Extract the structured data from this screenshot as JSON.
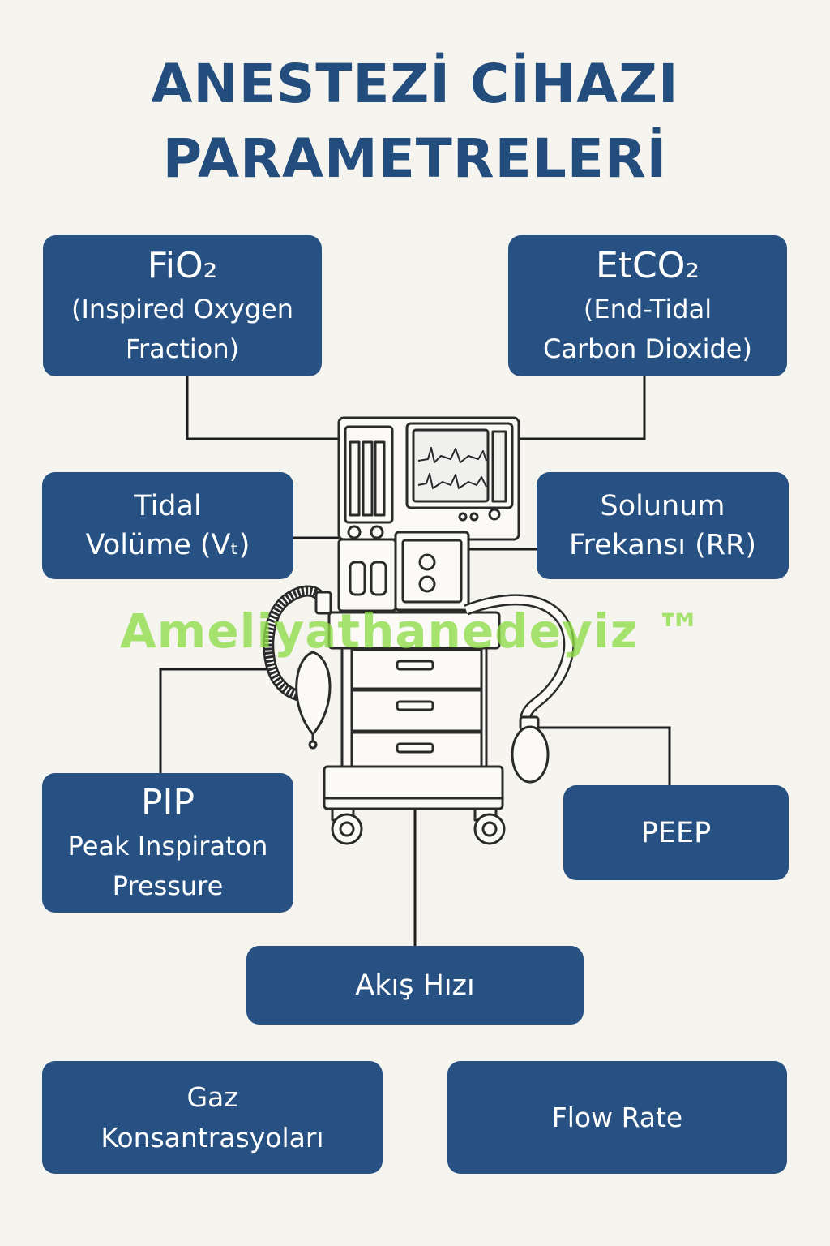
{
  "title": {
    "line1": "ANESTEZİ CİHAZI",
    "line2": "PARAMETRELERİ"
  },
  "boxes": {
    "fio2": {
      "main": "FiO₂",
      "sub1": "(Inspired Oxygen",
      "sub2": "Fraction)"
    },
    "etco2": {
      "main": "EtCO₂",
      "sub1": "(End-Tidal",
      "sub2": "Carbon Dioxide)"
    },
    "tidal": {
      "line1": "Tidal",
      "line2": "Volüme (Vₜ)"
    },
    "rr": {
      "line1": "Solunum",
      "line2": "Frekansı (RR)"
    },
    "pip": {
      "main": "PIP",
      "sub1": "Peak Inspiraton",
      "sub2": "Pressure"
    },
    "peep": {
      "label": "PEEP"
    },
    "akis": {
      "label": "Akış Hızı"
    },
    "gaz": {
      "line1": "Gaz",
      "line2": "Konsantrasyoları"
    },
    "flow": {
      "label": "Flow Rate"
    }
  },
  "watermark": "Ameliyathanedeyiz ™",
  "colors": {
    "background": "#f6f4ef",
    "box": "#265182",
    "title": "#234d7d",
    "watermark": "#8edc48"
  },
  "icons": [
    "anesthesia-machine-icon"
  ]
}
